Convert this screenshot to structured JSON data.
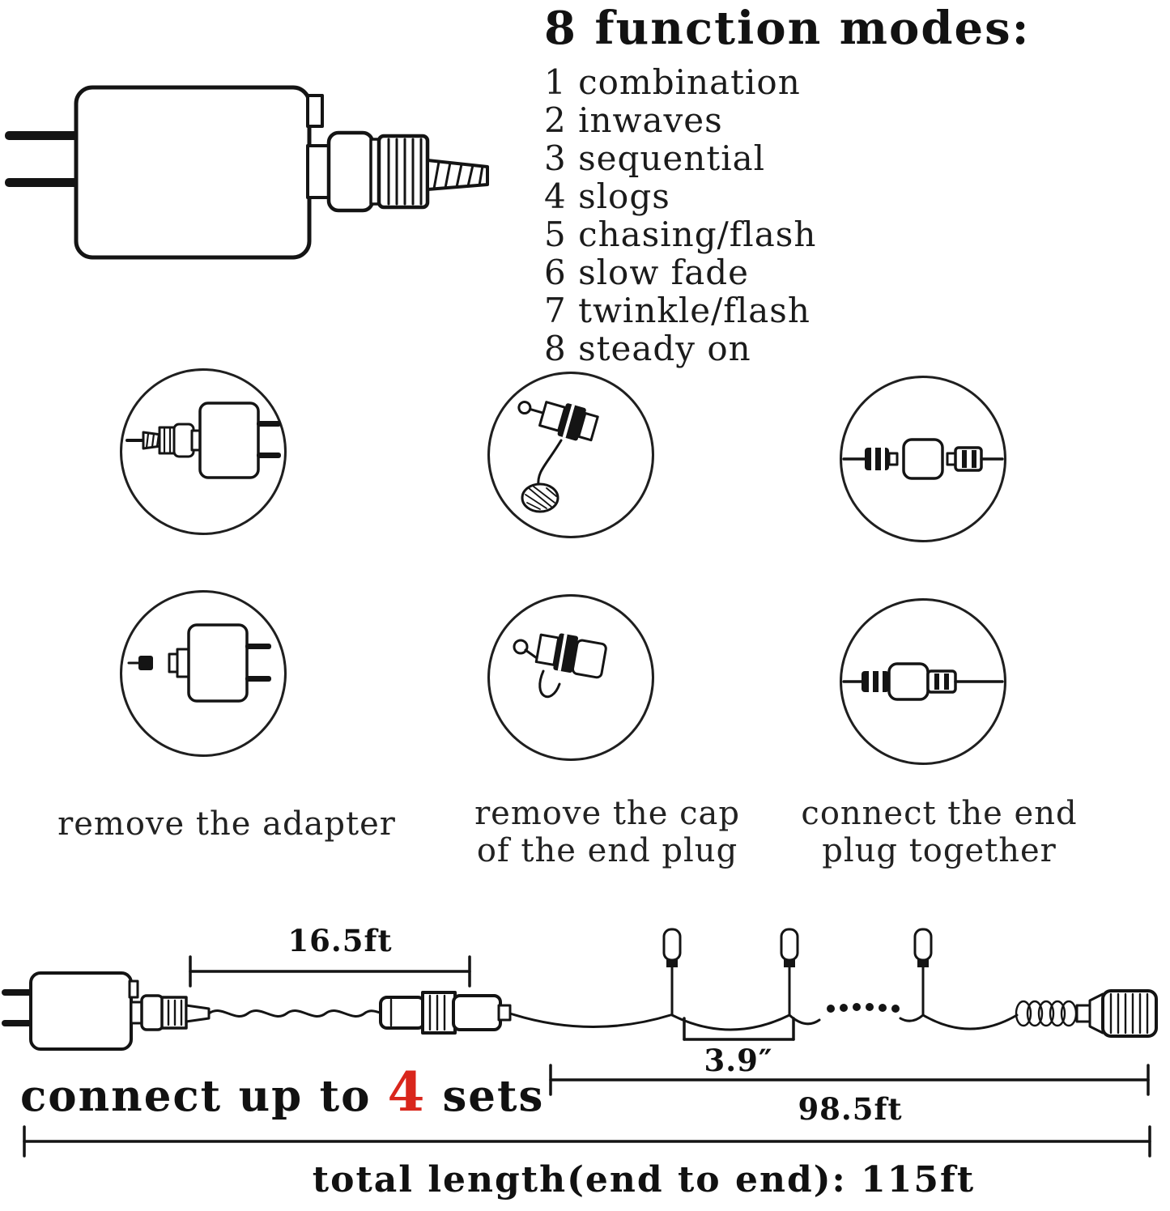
{
  "header": {
    "title": "8 function modes:",
    "modes": [
      "1 combination",
      "2 inwaves",
      "3 sequential",
      "4 slogs",
      "5 chasing/flash",
      "6 slow fade",
      "7 twinkle/flash",
      "8 steady on"
    ]
  },
  "steps": {
    "remove_adapter": "remove the adapter",
    "remove_cap_line1": "remove the cap",
    "remove_cap_line2": "of the end plug",
    "connect_plug_line1": "connect the end",
    "connect_plug_line2": "plug together"
  },
  "measurements": {
    "lead_length": "16.5ft",
    "bulb_spacing": "3.9″",
    "lit_length": "98.5ft",
    "total_length": "total length(end to end): 115ft"
  },
  "connect_note": {
    "before": "connect up to",
    "count": "4",
    "after": "sets"
  },
  "icons": {
    "top_left": "power-adapter-with-screw-connector",
    "circle_1": "adapter-with-plug-attached",
    "circle_2": "end-plug-with-cap",
    "circle_3": "end-plugs-apart",
    "circle_4": "adapter-removed",
    "circle_5": "end-plug-cap-removed",
    "circle_6": "end-plugs-connected",
    "bottom": "light-string-with-bulbs-and-connectors"
  },
  "colors": {
    "ink": "#111111",
    "accent_red": "#d9261c",
    "background": "#ffffff"
  }
}
